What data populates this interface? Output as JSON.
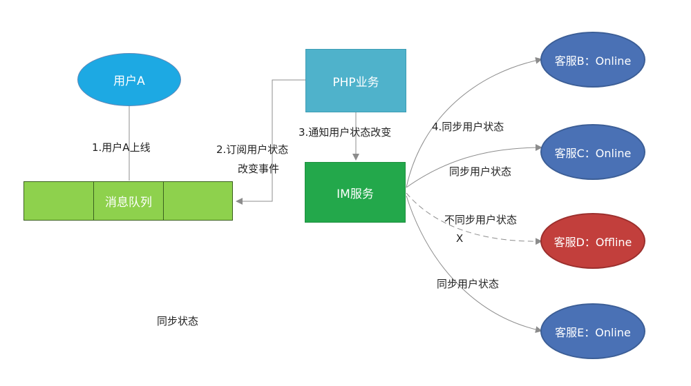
{
  "nodes": {
    "user_a": "用户A",
    "php_service": "PHP业务",
    "im_service": "IM服务",
    "message_queue": "消息队列",
    "agent_b": "客服B：Online",
    "agent_c": "客服C：Online",
    "agent_d": "客服D：Offline",
    "agent_e": "客服E：Online"
  },
  "edges": {
    "step1": "1.用户A上线",
    "step2_line1": "2.订阅用户状态",
    "step2_line2": "改变事件",
    "step3": "3.通知用户状态改变",
    "step4": "4.同步用户状态",
    "sync_c": "同步用户状态",
    "no_sync_d": "不同步用户状态",
    "blocked_mark": "X",
    "sync_e": "同步用户状态"
  },
  "caption": "同步状态",
  "colors": {
    "user_a": "#1da9e3",
    "php_service": "#4fb2cb",
    "im_service": "#23a84b",
    "message_queue": "#8ed14d",
    "agent_online": "#4a71b5",
    "agent_offline": "#c23f3c",
    "connector": "#8c8c8c"
  }
}
